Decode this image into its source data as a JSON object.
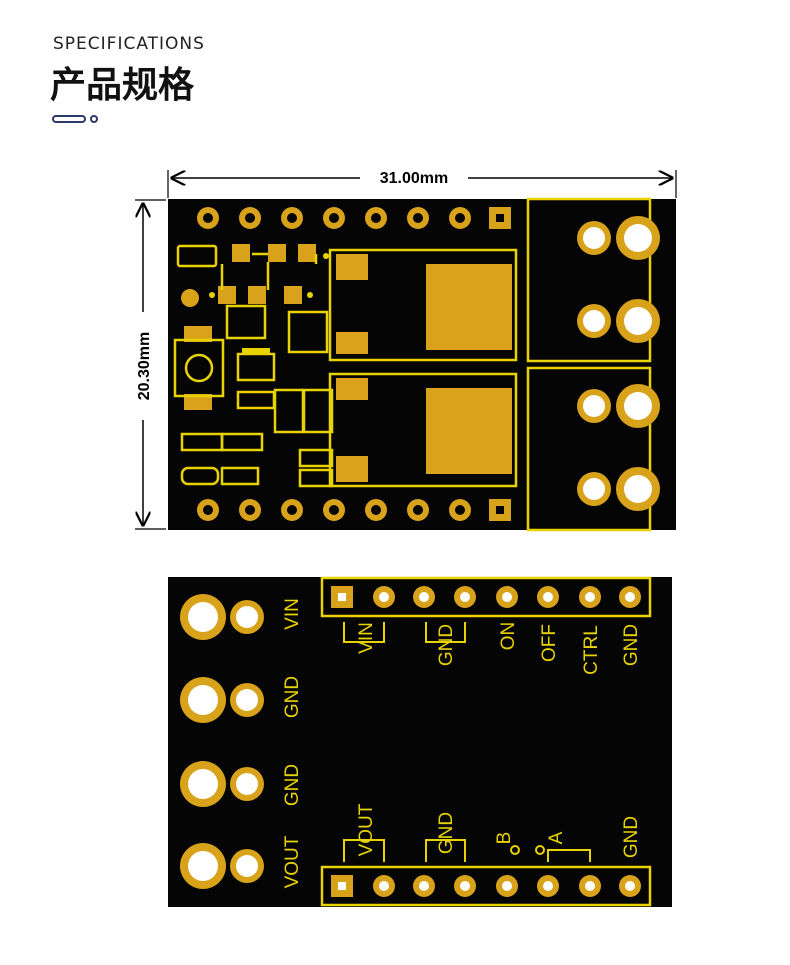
{
  "header": {
    "title_en": "SPECIFICATIONS",
    "title_cn": "产品规格"
  },
  "dimensions": {
    "width": "31.00mm",
    "height": "20.30mm"
  },
  "bottom_board": {
    "left_terminals": [
      "VIN",
      "GND",
      "GND",
      "VOUT"
    ],
    "top_header_labels": [
      "VIN",
      "GND",
      "ON",
      "OFF",
      "CTRL",
      "GND"
    ],
    "bottom_header_labels": [
      "VOUT",
      "GND",
      "B",
      "A",
      "GND"
    ]
  },
  "colors": {
    "board": "#050505",
    "copper": "#d9a21b",
    "silk": "#e8d200"
  }
}
